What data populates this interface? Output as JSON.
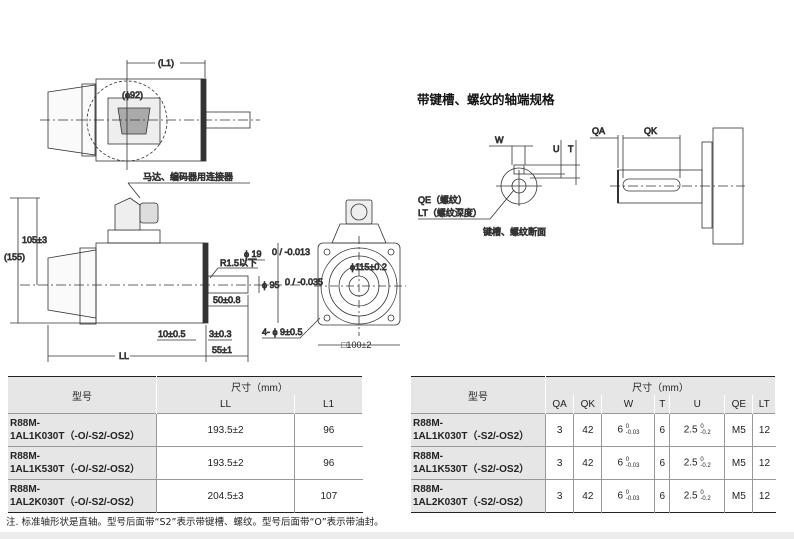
{
  "drawing": {
    "top_view": {
      "l1_label": "(L1)",
      "phi92_label": "(ϕ92)"
    },
    "side_view": {
      "connector_label": "马达、编码器用连接器",
      "dim_155": "(155)",
      "dim_105": "105±3",
      "dim_phi19": "ϕ 19",
      "dim_phi19_tol": "0 / -0.013",
      "dim_r15": "R1.5以下",
      "dim_phi95": "ϕ 95",
      "dim_phi95_tol": "0 / -0.035",
      "dim_50": "50±0.8",
      "dim_10": "10±0.5",
      "dim_3": "3±0.3",
      "dim_ll": "LL",
      "dim_55": "55±1"
    },
    "front_view": {
      "dim_phi115": "ϕ115±0.2",
      "dim_holes": "4- ϕ 9±0.5",
      "dim_square": "□100±2"
    },
    "keyway": {
      "title": "带键槽、螺纹的轴端规格",
      "w": "W",
      "u": "U",
      "t": "T",
      "qe": "QE（螺纹）",
      "lt": "LT（螺纹深度）",
      "section_label": "键槽、螺纹断面",
      "qa": "QA",
      "qk": "QK"
    }
  },
  "table1": {
    "model_header": "型号",
    "dim_header": "尺寸（mm）",
    "cols": [
      "LL",
      "L1"
    ],
    "rows": [
      {
        "model1": "R88M-",
        "model2": "1AL1K030T（-O/-S2/-OS2）",
        "LL": "193.5±2",
        "L1": "96"
      },
      {
        "model1": "R88M-",
        "model2": "1AL1K530T（-O/-S2/-OS2）",
        "LL": "193.5±2",
        "L1": "96"
      },
      {
        "model1": "R88M-",
        "model2": "1AL2K030T（-O/-S2/-OS2）",
        "LL": "204.5±3",
        "L1": "107"
      }
    ]
  },
  "table2": {
    "model_header": "型号",
    "dim_header": "尺寸（mm）",
    "cols": [
      "QA",
      "QK",
      "W",
      "T",
      "U",
      "QE",
      "LT"
    ],
    "tol_upper": "0",
    "w_tol_lower": "-0.03",
    "u_tol_lower": "-0.2",
    "rows": [
      {
        "model1": "R88M-",
        "model2": "1AL1K030T（-S2/-OS2）",
        "QA": "3",
        "QK": "42",
        "W": "6",
        "T": "6",
        "U": "2.5",
        "QE": "M5",
        "LT": "12"
      },
      {
        "model1": "R88M-",
        "model2": "1AL1K530T（-S2/-OS2）",
        "QA": "3",
        "QK": "42",
        "W": "6",
        "T": "6",
        "U": "2.5",
        "QE": "M5",
        "LT": "12"
      },
      {
        "model1": "R88M-",
        "model2": "1AL2K030T（-S2/-OS2）",
        "QA": "3",
        "QK": "42",
        "W": "6",
        "T": "6",
        "U": "2.5",
        "QE": "M5",
        "LT": "12"
      }
    ]
  },
  "note": "注. 标准轴形状是直轴。型号后面带“S2”表示带键槽、螺纹。型号后面带“O”表示带油封。"
}
